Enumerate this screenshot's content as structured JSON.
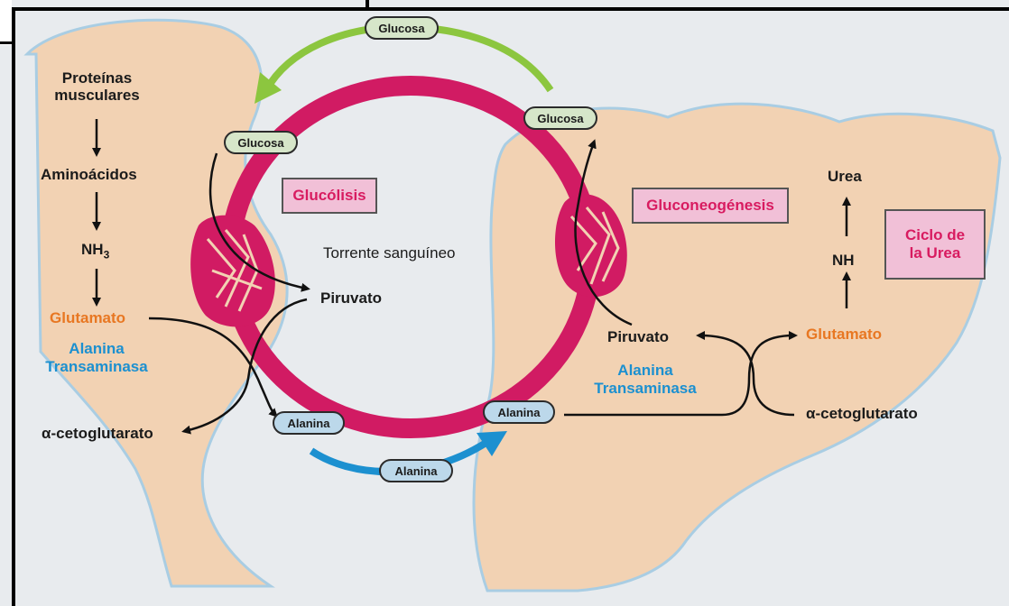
{
  "left": {
    "proteinas": "Proteínas musculares",
    "aminoacidos": "Aminoácidos",
    "nh3": "NH",
    "nh3_sub": "3",
    "glutamato": "Glutamato",
    "alanina_transaminasa_1": "Alanina",
    "alanina_transaminasa_2": "Transaminasa",
    "cetoglutarato": "α-cetoglutarato"
  },
  "center": {
    "glucosa_top": "Glucosa",
    "glucosa_left": "Glucosa",
    "glucosa_right": "Glucosa",
    "glucolisis": "Glucólisis",
    "torrente": "Torrente sanguíneo",
    "piruvato_left": "Piruvato",
    "alanina_left": "Alanina",
    "alanina_right": "Alanina",
    "alanina_bottom": "Alanina"
  },
  "right": {
    "gluconeogenesis": "Gluconeogénesis",
    "urea": "Urea",
    "nh": "NH",
    "ciclo_1": "Ciclo de",
    "ciclo_2": "la Urea",
    "glutamato": "Glutamato",
    "piruvato": "Piruvato",
    "alanina_transaminasa_1": "Alanina",
    "alanina_transaminasa_2": "Transaminasa",
    "cetoglutarato": "α-cetoglutarato"
  },
  "colors": {
    "background": "#e8ebee",
    "tissue": "#f2d2b3",
    "tissue_outline": "#a9cde3",
    "bloodstream": "#d11b63",
    "green_arrow": "#8cc63f",
    "blue_arrow": "#1c90d0",
    "orange_text": "#e87722",
    "blue_text": "#1c90d0",
    "pink_box": "#f1c0d7",
    "pink_text": "#d81b60"
  }
}
